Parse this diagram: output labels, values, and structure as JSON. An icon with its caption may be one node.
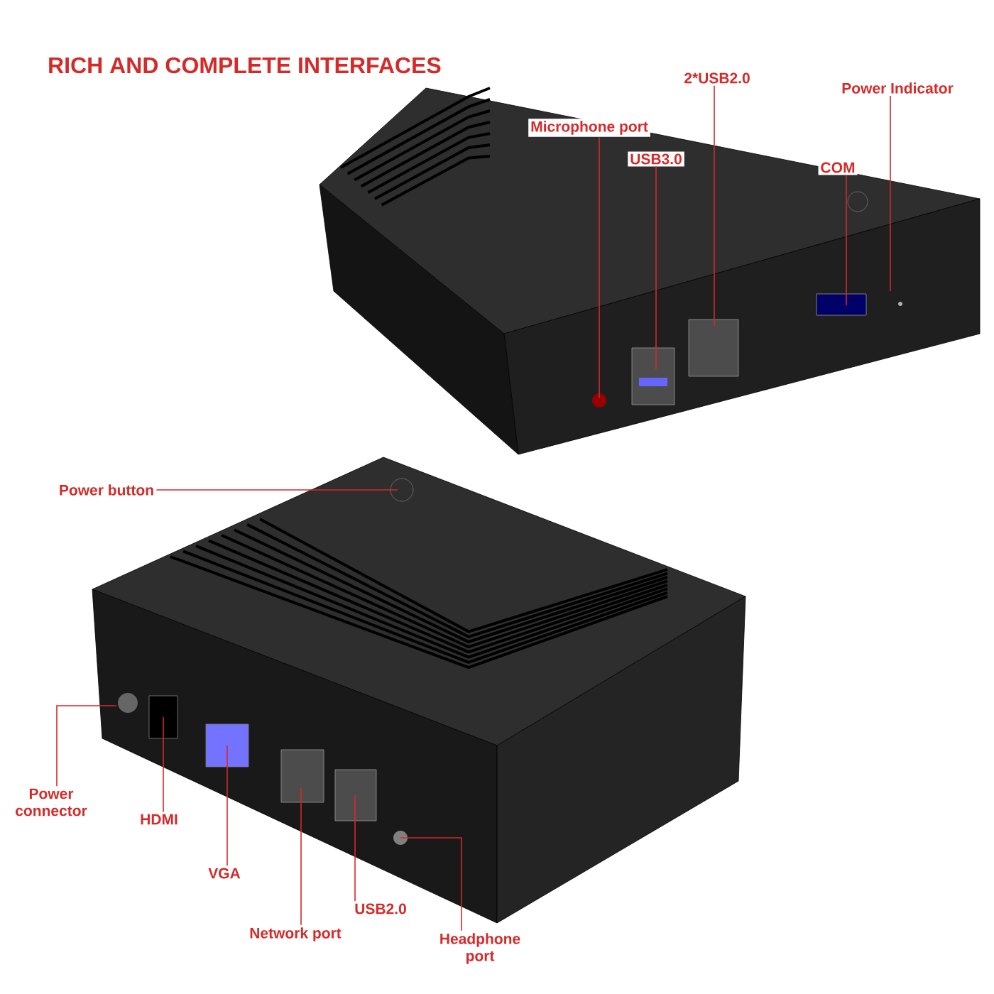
{
  "diagram": {
    "title": "RICH AND COMPLETE INTERFACES",
    "nodes": [
      {
        "text": [
          "2*USB2.0"
        ]
      },
      {
        "text": [
          "Power Indicator"
        ]
      },
      {
        "text": [
          "Microphone port"
        ]
      },
      {
        "text": [
          "USB3.0"
        ]
      },
      {
        "text": [
          "COM"
        ]
      },
      {
        "text": [
          "Power button"
        ]
      },
      {
        "text": [
          "Power connector"
        ]
      },
      {
        "text": [
          "HDMI"
        ]
      },
      {
        "text": [
          "VGA"
        ]
      },
      {
        "text": [
          "USB2.0"
        ]
      },
      {
        "text": [
          "Network port"
        ]
      },
      {
        "text": [
          "Headphone port"
        ]
      }
    ],
    "edges": [
      {
        "from": 0,
        "to": null,
        "arrow": "none"
      },
      {
        "from": 1,
        "to": null,
        "arrow": "none"
      },
      {
        "from": 2,
        "to": null,
        "arrow": "none"
      },
      {
        "from": 3,
        "to": null,
        "arrow": "none"
      },
      {
        "from": 4,
        "to": null,
        "arrow": "none"
      },
      {
        "from": 5,
        "to": null,
        "arrow": "none"
      },
      {
        "from": 6,
        "to": null,
        "arrow": "none"
      },
      {
        "from": 7,
        "to": null,
        "arrow": "none"
      },
      {
        "from": 8,
        "to": null,
        "arrow": "none"
      },
      {
        "from": 9,
        "to": null,
        "arrow": "none"
      },
      {
        "from": 10,
        "to": null,
        "arrow": "none"
      },
      {
        "from": 11,
        "to": null,
        "arrow": "none"
      }
    ]
  }
}
